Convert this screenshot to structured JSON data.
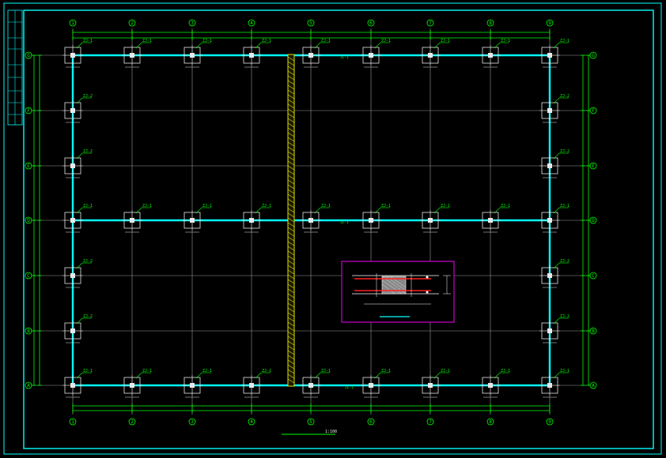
{
  "drawing": {
    "column_labels": [
      "1",
      "2",
      "3",
      "4",
      "5",
      "6",
      "7",
      "8",
      "9"
    ],
    "row_labels": [
      "A",
      "B",
      "C",
      "D",
      "E",
      "F",
      "G"
    ],
    "footing_tag_main": "ZJ-1",
    "footing_tag_side": "ZJ-2",
    "beam_tag": "JL-1",
    "scale_title": "1:100",
    "colors": {
      "frame": "#00ffff",
      "dimension": "#00ff00",
      "grid": "#9a9a9a",
      "beam": "#00ffff",
      "strip": "#e0e000",
      "detail_border": "#cc00cc",
      "detail_red": "#ff2020"
    }
  }
}
